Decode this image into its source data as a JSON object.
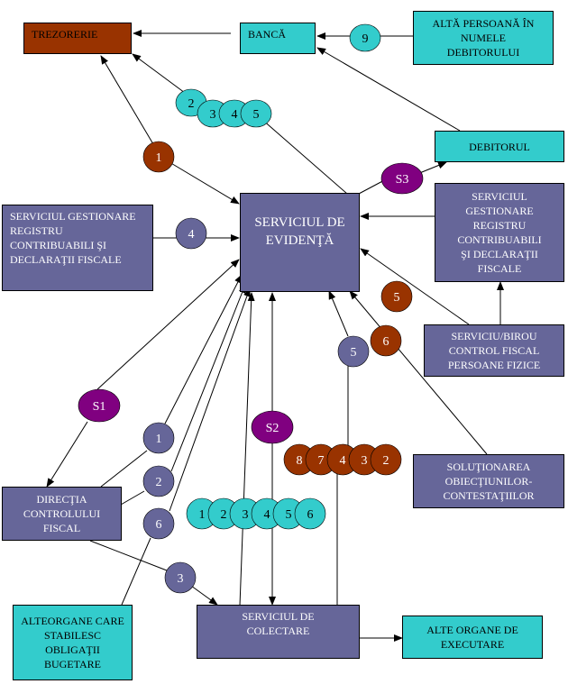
{
  "boxes": {
    "trezorerie": "TREZORERIE",
    "banca": "BANCĂ",
    "alta_persoana": "ALTĂ PERSOANĂ ÎN NUMELE DEBITORULUI",
    "debitorul": "DEBITORUL",
    "serviciul_gestionare_left": "SERVICIUL GESTIONARE REGISTRU CONTRIBUABILI ŞI DECLARAŢII FISCALE",
    "serviciul_evidenta": "SERVICIUL DE EVIDENŢĂ",
    "serviciul_gestionare_right": "SERVICIUL GESTIONARE REGISTRU CONTRIBUABILI ŞI DECLARAŢII FISCALE",
    "serviciu_birou_control": "SERVICIU/BIROU CONTROL FISCAL PERSOANE FIZICE",
    "solutionarea": "SOLUŢIONAREA OBIECŢIUNILOR-CONTESTAŢIILOR",
    "directia_controlului": "DIRECŢIA CONTROLULUI FISCAL",
    "alte_organe_stabilesc": "ALTEORGANE CARE STABILESC OBLIGAŢII BUGETARE",
    "serviciul_colectare": "SERVICIUL DE COLECTARE",
    "alte_organe_executare": "ALTE ORGANE DE EXECUTARE"
  },
  "colors": {
    "brown": "#993300",
    "teal": "#33CCCC",
    "slate": "#666699",
    "purple": "#800080",
    "line": "#000000"
  },
  "circles": [
    {
      "label": "9",
      "kind": "teal"
    },
    {
      "label": "2",
      "kind": "teal"
    },
    {
      "label": "3",
      "kind": "teal"
    },
    {
      "label": "4",
      "kind": "teal"
    },
    {
      "label": "5",
      "kind": "teal"
    },
    {
      "label": "1",
      "kind": "brown"
    },
    {
      "label": "S3",
      "kind": "purple"
    },
    {
      "label": "4",
      "kind": "slate"
    },
    {
      "label": "5",
      "kind": "brown"
    },
    {
      "label": "6",
      "kind": "brown"
    },
    {
      "label": "5",
      "kind": "slate"
    },
    {
      "label": "S1",
      "kind": "purple"
    },
    {
      "label": "S2",
      "kind": "purple"
    },
    {
      "label": "1",
      "kind": "slate"
    },
    {
      "label": "2",
      "kind": "slate"
    },
    {
      "label": "6",
      "kind": "slate"
    },
    {
      "label": "3",
      "kind": "slate"
    },
    {
      "label": "8",
      "kind": "brown"
    },
    {
      "label": "7",
      "kind": "brown"
    },
    {
      "label": "4",
      "kind": "brown"
    },
    {
      "label": "3",
      "kind": "brown"
    },
    {
      "label": "2",
      "kind": "brown"
    },
    {
      "label": "1",
      "kind": "teal"
    },
    {
      "label": "2",
      "kind": "teal"
    },
    {
      "label": "3",
      "kind": "teal"
    },
    {
      "label": "4",
      "kind": "teal"
    },
    {
      "label": "5",
      "kind": "teal"
    },
    {
      "label": "6",
      "kind": "teal"
    }
  ]
}
